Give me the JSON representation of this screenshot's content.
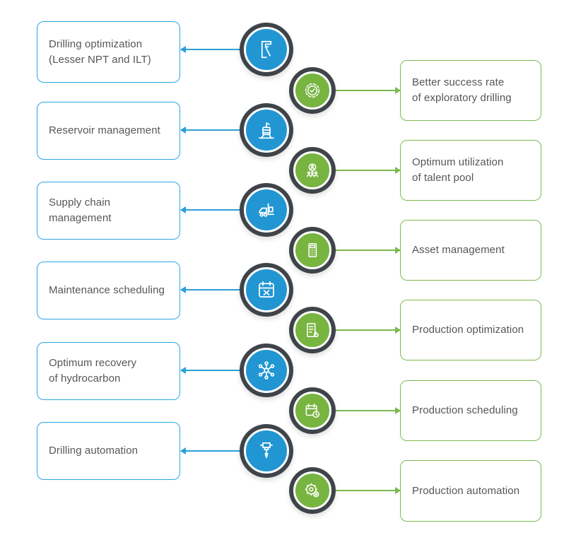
{
  "diagram": {
    "left_column": {
      "items": [
        {
          "label": "Drilling optimization\n(Lesser NPT and ILT)",
          "icon": "caliper-icon"
        },
        {
          "label": "Reservoir management",
          "icon": "reservoir-tank-icon"
        },
        {
          "label": "Supply chain\nmanagement",
          "icon": "forklift-icon"
        },
        {
          "label": "Maintenance scheduling",
          "icon": "calendar-tools-icon"
        },
        {
          "label": "Optimum recovery\nof hydrocarbon",
          "icon": "molecule-icon"
        },
        {
          "label": "Drilling automation",
          "icon": "drill-icon"
        }
      ]
    },
    "right_column": {
      "items": [
        {
          "label": "Better success rate\nof exploratory drilling",
          "icon": "check-badge-icon"
        },
        {
          "label": "Optimum utilization\nof talent pool",
          "icon": "talent-pool-icon"
        },
        {
          "label": "Asset management",
          "icon": "calculator-icon"
        },
        {
          "label": "Production optimization",
          "icon": "checklist-thumbs-up-icon"
        },
        {
          "label": "Production scheduling",
          "icon": "calendar-clock-icon"
        },
        {
          "label": "Production automation",
          "icon": "gears-icon"
        }
      ]
    },
    "colors": {
      "blue": "#2196d3",
      "green": "#77b440",
      "ring": "#3e4449",
      "text": "#55565a",
      "blue_border": "#29a8e0",
      "green_border": "#7cb94e"
    }
  }
}
